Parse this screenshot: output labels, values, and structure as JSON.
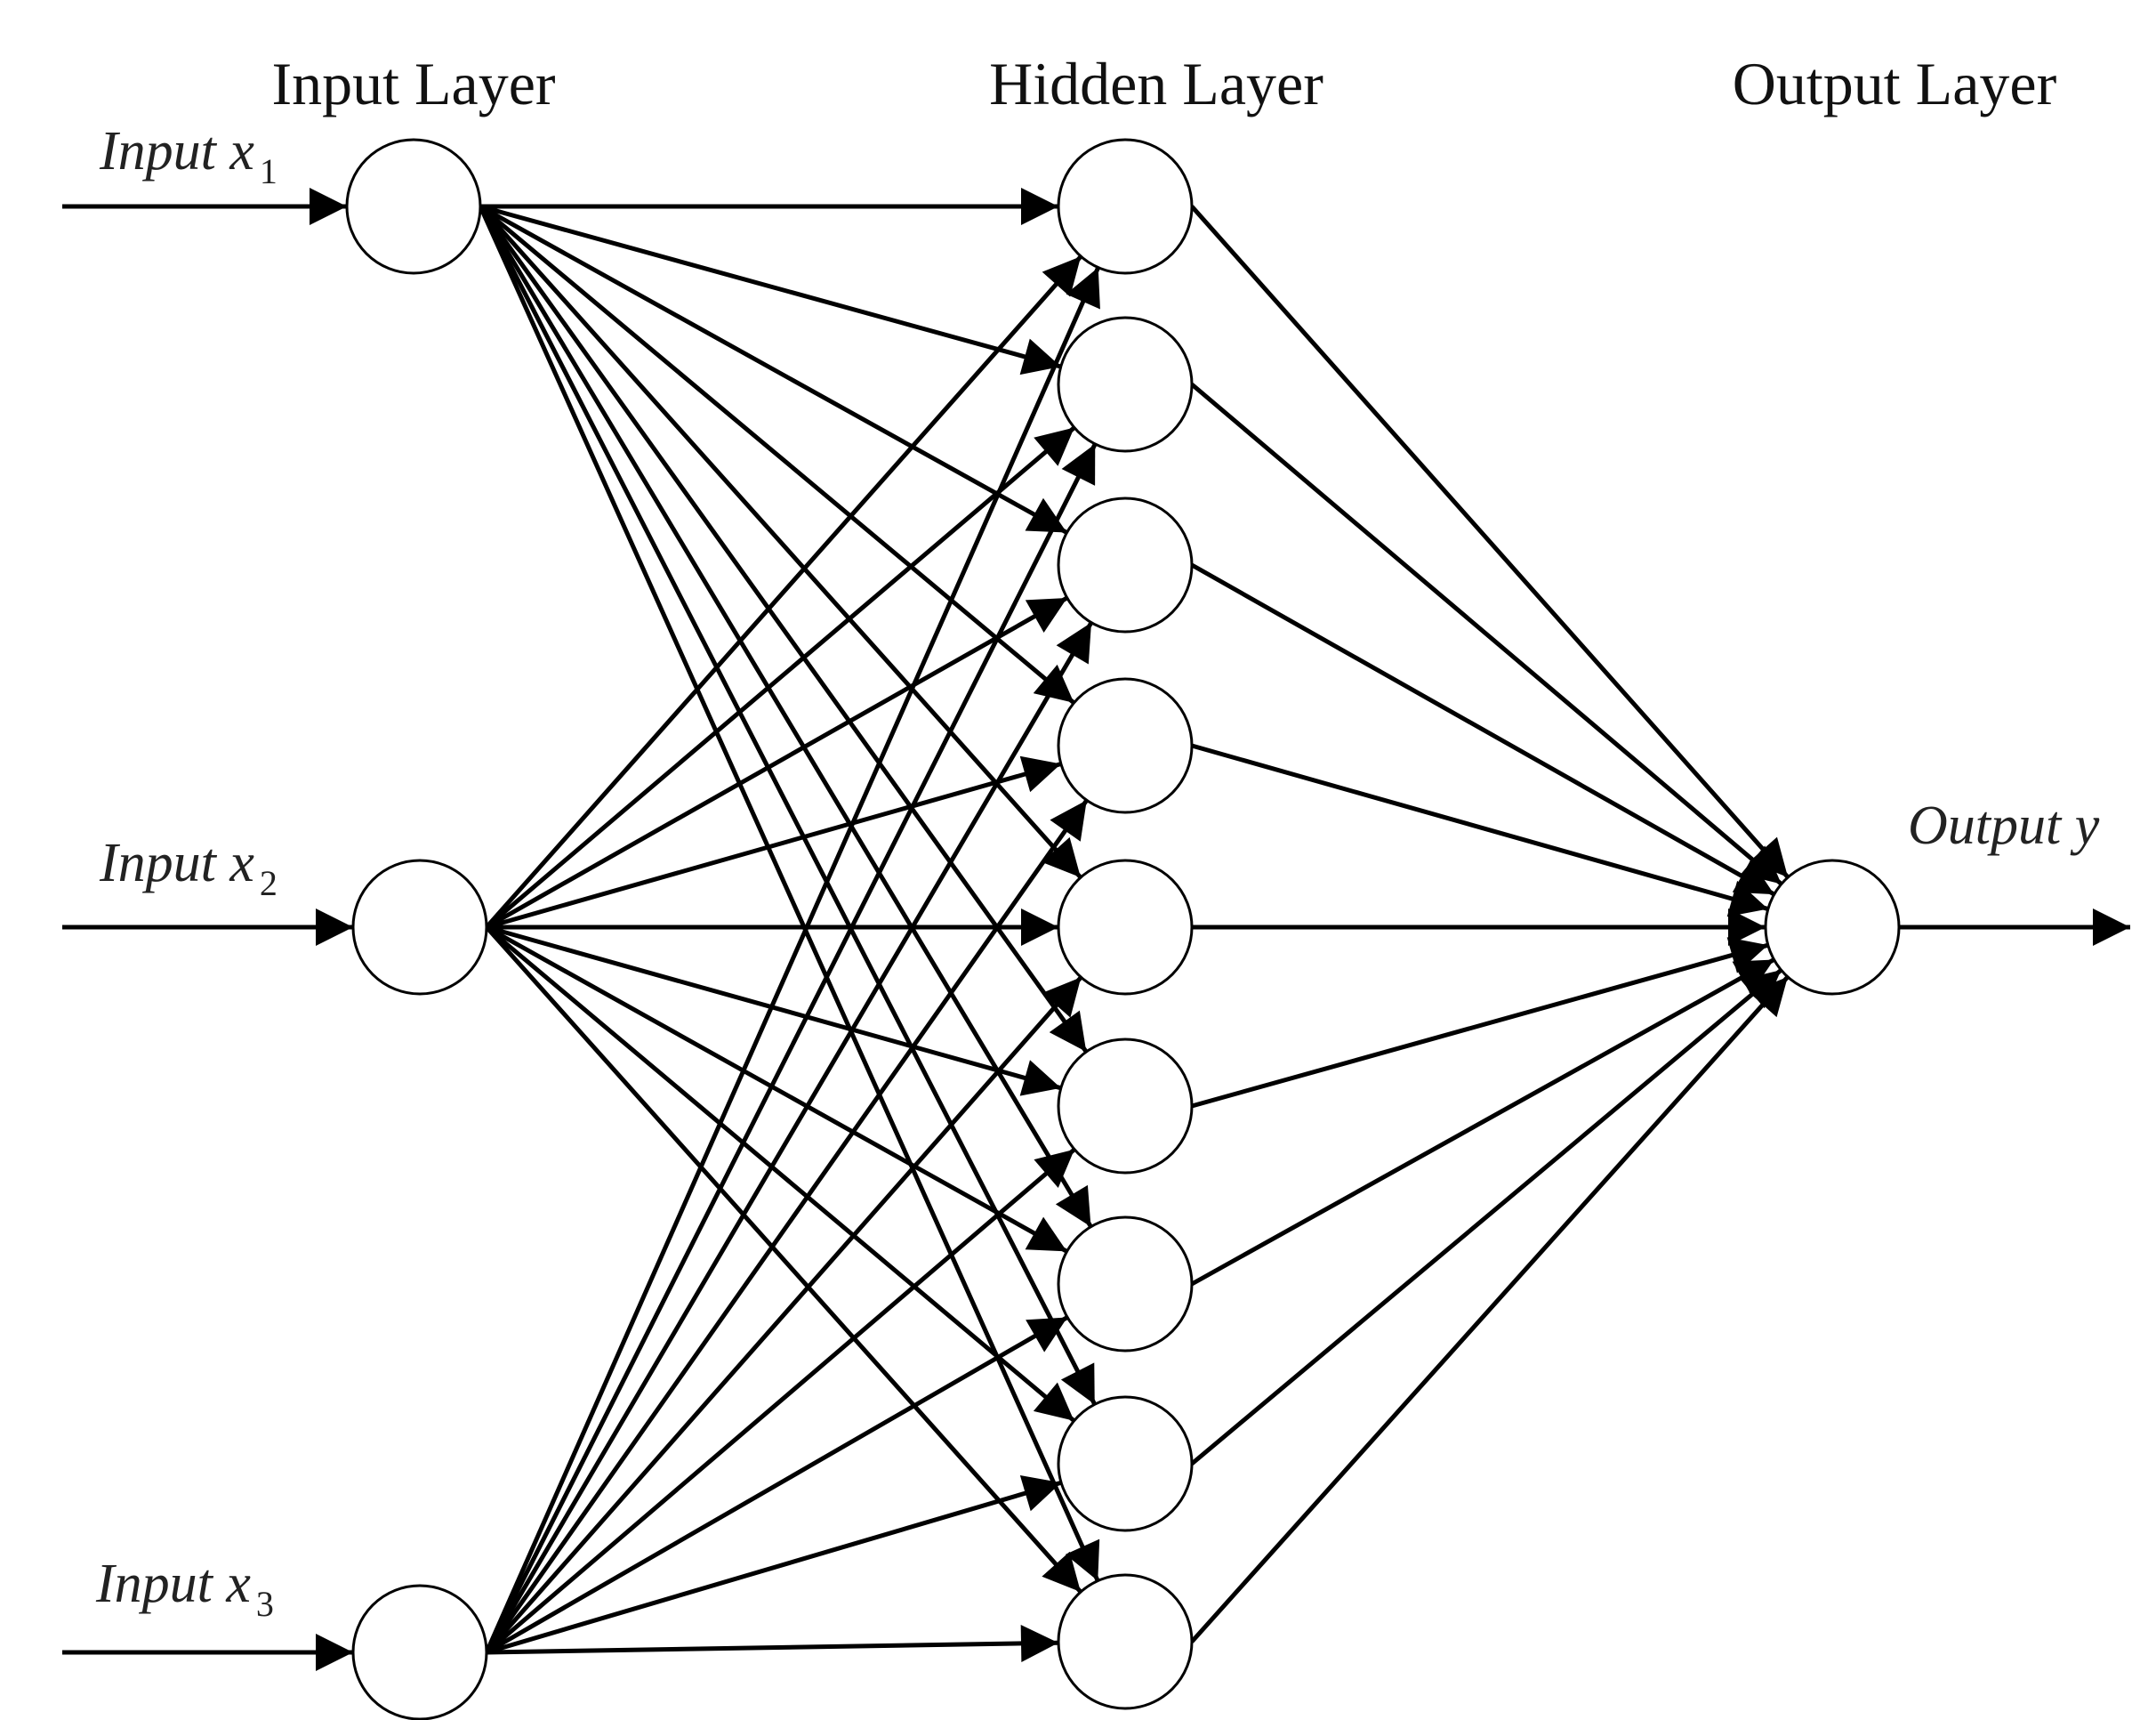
{
  "titles": {
    "input_layer": "Input Layer",
    "hidden_layer": "Hidden Layer",
    "output_layer": "Output Layer"
  },
  "inputs": [
    {
      "text": "Input x",
      "sub": "1"
    },
    {
      "text": "Input x",
      "sub": "2"
    },
    {
      "text": "Input x",
      "sub": "3"
    }
  ],
  "output": {
    "text": "Output y"
  },
  "network": {
    "input_count": 3,
    "hidden_count": 9,
    "output_count": 1,
    "connectivity": "fully-connected"
  },
  "colors": {
    "stroke": "#000000",
    "background": "#ffffff",
    "text": "#111111"
  }
}
